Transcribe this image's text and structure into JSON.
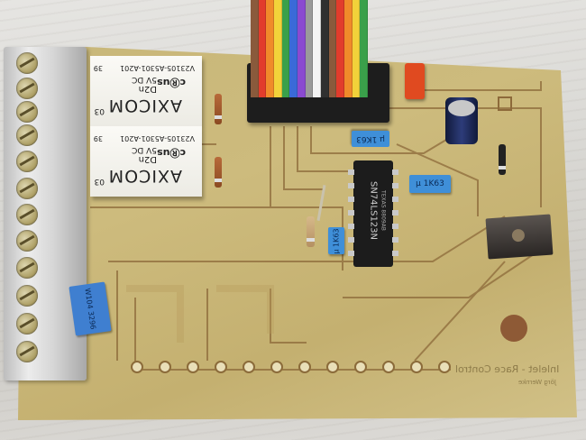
{
  "relays": [
    {
      "brand": "AXICOM",
      "type": "D2n",
      "voltage": "5V DC",
      "part": "V23105-A5301-A201",
      "code_a": "39",
      "code_b": "03",
      "mark": "cⓇus"
    },
    {
      "brand": "AXICOM",
      "type": "D2n",
      "voltage": "5V DC",
      "part": "V23105-A5301-A201",
      "code_a": "39",
      "code_b": "03",
      "mark": "cⓇus"
    }
  ],
  "ic": {
    "part": "SN74LS123N",
    "maker": "TEXAS 8809AB"
  },
  "capacitors": [
    "µ 1K63",
    "µ 1K63",
    "µ 1K63"
  ],
  "trimpot": {
    "label": "W104 3296"
  },
  "board_text": {
    "title": "Inlelet - Race Control",
    "author": "Jörg Wernke"
  },
  "ribbon_colors": [
    "#8a5a3c",
    "#e23c2c",
    "#f08a2a",
    "#f2d23a",
    "#3aa04a",
    "#3a6ad8",
    "#8a4ad0",
    "#9a9a9a",
    "#f4f4f4",
    "#303030",
    "#8a5a3c",
    "#e23c2c",
    "#f08a2a",
    "#f2d23a",
    "#3aa04a"
  ]
}
